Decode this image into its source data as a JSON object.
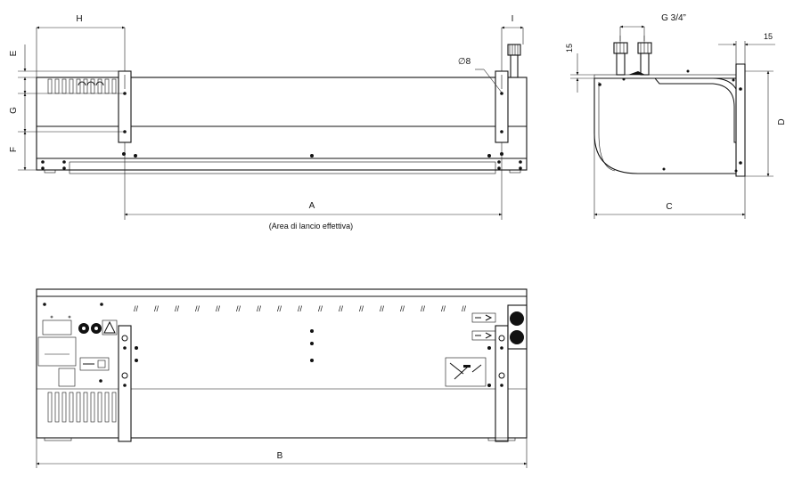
{
  "dimensions": {
    "A": "A",
    "B": "B",
    "C": "C",
    "D": "D",
    "E": "E",
    "F": "F",
    "G": "G",
    "H": "H",
    "I": "I",
    "pipe_thread": "G 3/4”",
    "offset_top": "15",
    "offset_side": "15",
    "hole_diameter": "∅8"
  },
  "notes": {
    "effective_area": "(Area di lancio effettiva)"
  }
}
